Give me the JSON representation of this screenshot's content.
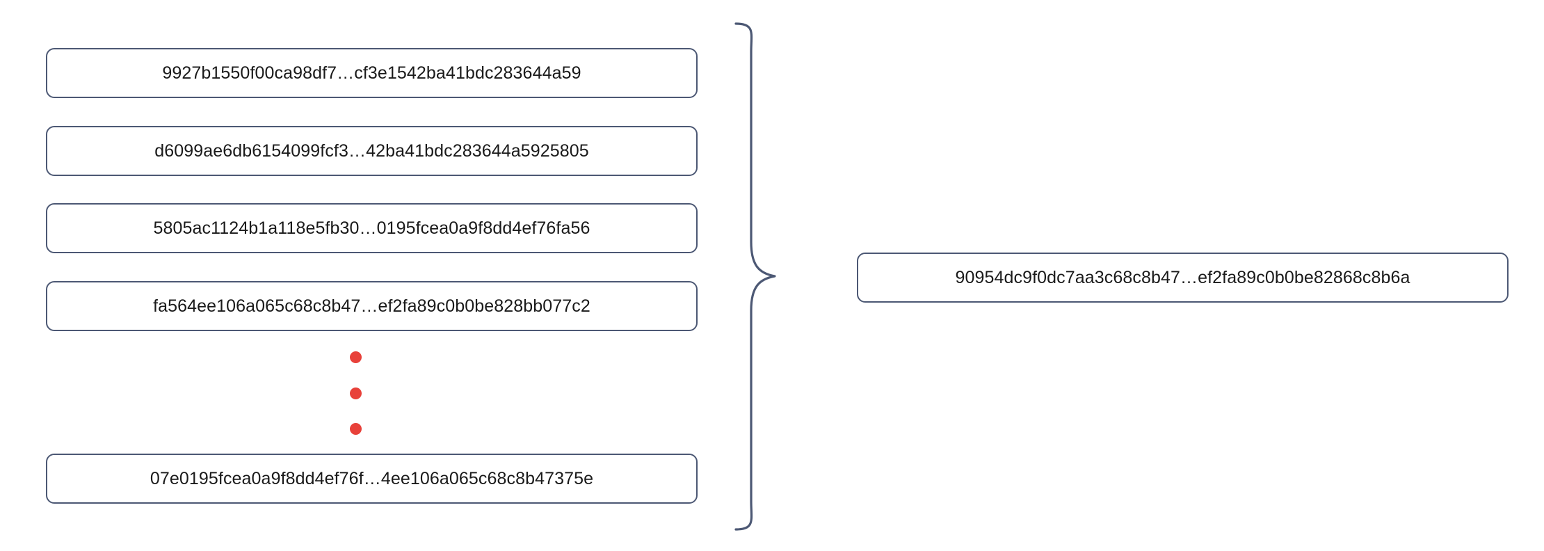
{
  "diagram": {
    "type": "merkle-hash-aggregation",
    "inputs": {
      "label": "input-hash-list",
      "items": [
        {
          "id": "hash-1",
          "text": "9927b1550f00ca98df7…cf3e1542ba41bdc283644a59"
        },
        {
          "id": "hash-2",
          "text": "d6099ae6db6154099fcf3…42ba41bdc283644a5925805"
        },
        {
          "id": "hash-3",
          "text": "5805ac1124b1a118e5fb30…0195fcea0a9f8dd4ef76fa56"
        },
        {
          "id": "hash-4",
          "text": "fa564ee106a065c68c8b47…ef2fa89c0b0be828bb077c2"
        },
        {
          "id": "hash-n",
          "text": "07e0195fcea0a9f8dd4ef76f…4ee106a065c68c8b47375e"
        }
      ],
      "ellipsis": {
        "name": "vertical-ellipsis",
        "dot_count": 3,
        "color": "#e8413a"
      }
    },
    "connector": {
      "name": "curly-brace",
      "orientation": "right",
      "color": "#4c5874"
    },
    "output": {
      "label": "aggregated-hash",
      "text": "90954dc9f0dc7aa3c68c8b47…ef2fa89c0b0be82868c8b6a"
    },
    "colors": {
      "box_border": "#4c5874",
      "box_fill": "#ffffff",
      "text": "#1a1a1a",
      "dot": "#e8413a",
      "background": "#ffffff"
    }
  }
}
